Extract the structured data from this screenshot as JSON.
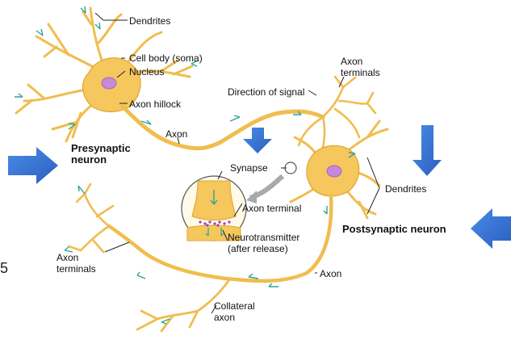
{
  "labels": {
    "dendrites_top": "Dendrites",
    "cell_body": "Cell body (soma)",
    "nucleus": "Nucleus",
    "axon_hillock": "Axon hillock",
    "direction_of_signal": "Direction of signal",
    "axon_terminals_top": "Axon terminals",
    "axon_top": "Axon",
    "presynaptic_neuron": "Presynaptic neuron",
    "synapse": "Synapse",
    "dendrites_right": "Dendrites",
    "axon_terminal": "Axon terminal",
    "neurotransmitter": "Neurotransmitter (after release)",
    "postsynaptic_neuron": "Postsynaptic neuron",
    "axon_terminals_bottom": "Axon terminals",
    "axon_bottom": "Axon",
    "collateral_axon": "Collateral axon",
    "margin_text": "5"
  },
  "colors": {
    "neuron_fill": "#f5c75c",
    "neuron_outline": "#e0a530",
    "nucleus": "#c48ad6",
    "signal_arrow": "#2aa39a",
    "pointer_arrow": "#3a73d6",
    "callout_arrow": "#a9a9a9",
    "neurotransmitter": "#9a3fc0"
  }
}
